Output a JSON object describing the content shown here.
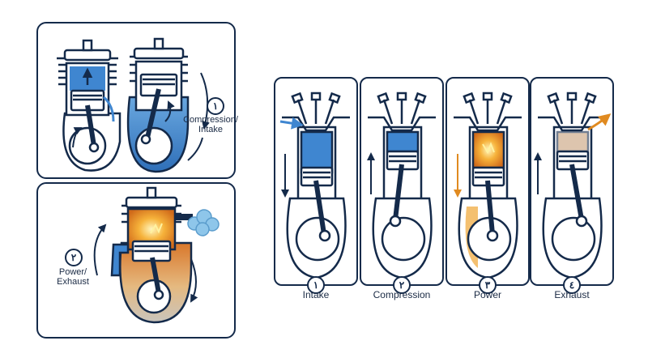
{
  "two_stroke": {
    "step_one_number": "١",
    "step_one_label_line1": "Compression/",
    "step_one_label_line2": "Intake",
    "step_two_number": "٢",
    "step_two_label_line1": "Power/",
    "step_two_label_line2": "Exhaust"
  },
  "four_stroke": {
    "steps": [
      {
        "number": "١",
        "label": "Intake"
      },
      {
        "number": "٢",
        "label": "Compression"
      },
      {
        "number": "٣",
        "label": "Power"
      },
      {
        "number": "٤",
        "label": "Exhaust"
      }
    ]
  },
  "colors": {
    "outline": "#142a4a",
    "intake_blue": "#3f86d0",
    "light_blue": "#8cc0ea",
    "combustion_orange": "#f0a030",
    "spark_yellow": "#fff2a0",
    "exhaust_smoke": "#8ec6ea"
  }
}
